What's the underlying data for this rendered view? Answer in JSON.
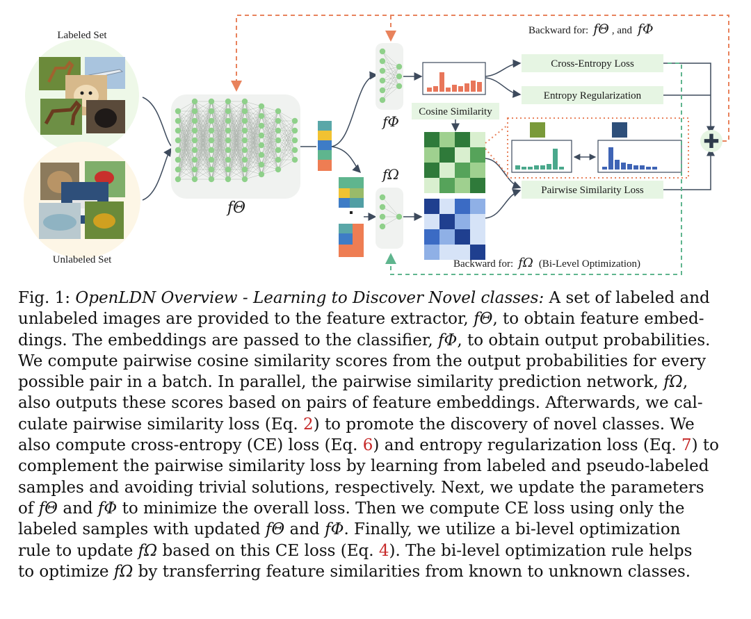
{
  "figure": {
    "labeled_set_label": "Labeled Set",
    "unlabeled_set_label": "Unlabeled Set",
    "f_theta_label": "fΘ",
    "f_phi_label": "fΦ",
    "f_omega_label": "fΩ",
    "backward_top_prefix": "Backward for:",
    "backward_top_math_a": "fΘ",
    "backward_top_mid": ", and",
    "backward_top_math_b": "fΦ",
    "backward_bottom_prefix": "Backward for:",
    "backward_bottom_math": "fΩ",
    "backward_bottom_suffix": "(Bi-Level Optimization)",
    "cosine_similarity_label": "Cosine Similarity",
    "cross_entropy_loss_label": "Cross-Entropy Loss",
    "entropy_regularization_label": "Entropy Regularization",
    "pairwise_similarity_loss_label": "Pairwise Similarity Loss",
    "plus_symbol": "✚",
    "colors": {
      "orange_dashed": "#e8825c",
      "green_dashed": "#5fb58e",
      "node_green": "#8fd08a",
      "box_green": "#e6f5e3",
      "bar_orange": "#e8765a",
      "bar_teal": "#4aa88c",
      "bar_blue": "#3f64b5"
    }
  },
  "caption": {
    "lines": [
      [
        "Fig. 1: ",
        "OpenLDN Overview - Learning to Discover Novel classes:",
        " A set of labeled and"
      ],
      [
        "unlabeled images are provided to the feature extractor, ",
        "fΘ",
        ", to obtain feature embed-"
      ],
      [
        "dings. The embeddings are passed to the classifier, ",
        "fΦ",
        ", to obtain output probabilities."
      ],
      [
        "We compute pairwise cosine similarity scores from the output probabilities for every"
      ],
      [
        "possible pair in a batch. In parallel, the pairwise similarity prediction network, ",
        "fΩ",
        ","
      ],
      [
        "also outputs these scores based on pairs of feature embeddings. Afterwards, we cal-"
      ],
      [
        "culate pairwise similarity loss (Eq. ",
        "2",
        ") to promote the discovery of novel classes. We"
      ],
      [
        "also compute cross-entropy (CE) loss (Eq. ",
        "6",
        ") and entropy regularization loss (Eq. ",
        "7",
        ") to"
      ],
      [
        "complement the pairwise similarity loss by learning from labeled and pseudo-labeled"
      ],
      [
        "samples and avoiding trivial solutions, respectively. Next, we update the parameters"
      ],
      [
        "of ",
        "fΘ",
        " and ",
        "fΦ",
        " to minimize the overall loss. Then we compute CE loss using only the"
      ],
      [
        "labeled samples with updated ",
        "fΘ",
        " and ",
        "fΦ",
        ". Finally, we utilize a bi-level optimization"
      ],
      [
        "rule to update ",
        "fΩ",
        " based on this CE loss (Eq. ",
        "4",
        "). The bi-level optimization rule helps"
      ],
      [
        "to optimize ",
        "fΩ",
        " by transferring feature similarities from known to unknown classes."
      ]
    ]
  }
}
